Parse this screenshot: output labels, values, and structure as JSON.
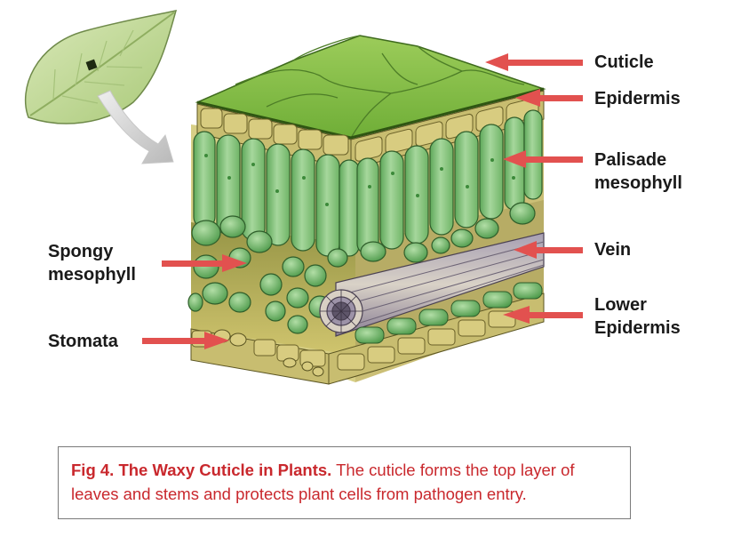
{
  "labels": {
    "cuticle": "Cuticle",
    "epidermis": "Epidermis",
    "palisade_line1": "Palisade",
    "palisade_line2": "mesophyll",
    "vein": "Vein",
    "lower_epidermis_line1": "Lower",
    "lower_epidermis_line2": "Epidermis",
    "spongy_line1": "Spongy",
    "spongy_line2": "mesophyll",
    "stomata": "Stomata"
  },
  "caption": {
    "title": "Fig 4. The Waxy Cuticle in Plants.",
    "body": " The cuticle forms the top layer of leaves and stems and protects plant cells from pathogen entry."
  },
  "colors": {
    "arrow": "#e2514f",
    "caption_text": "#c9282d",
    "cuticle_green": "#7fba43",
    "epidermis_tan": "#c9c27a",
    "cell_green": "#8fc88a",
    "vein_purple": "#8c8396"
  }
}
